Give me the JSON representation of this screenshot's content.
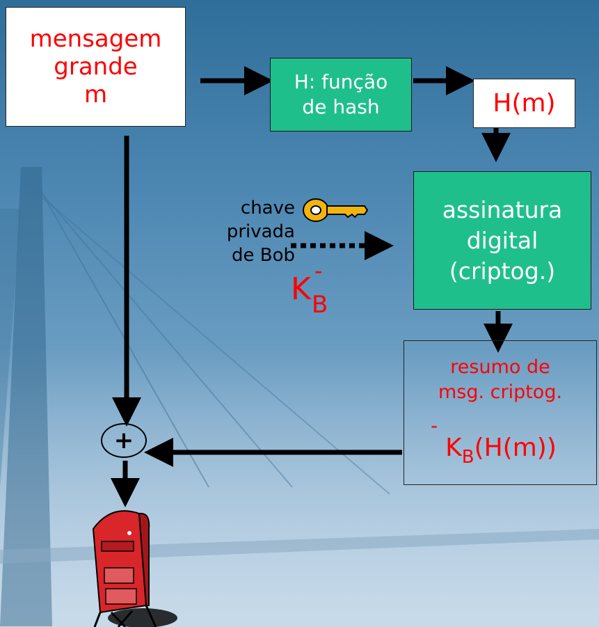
{
  "message_box": {
    "line1": "mensagem",
    "line2": "grande",
    "line3": "m"
  },
  "hash_box": {
    "line1": "H: função",
    "line2": "de hash"
  },
  "hm_box": {
    "text": "H(m)"
  },
  "signature_box": {
    "line1": "assinatura",
    "line2": "digital",
    "line3": "(criptog.)"
  },
  "key_label": {
    "line1": "chave",
    "line2": "privada",
    "line3": "de Bob"
  },
  "private_key": {
    "symbol": "K",
    "subscript": "B",
    "superscript": "-"
  },
  "digest_box": {
    "line1": "resumo de",
    "line2": "msg. criptog.",
    "formula_symbol": "K",
    "formula_sub": "B",
    "formula_sup": "-",
    "formula_rest": "(H(m))"
  },
  "combine_node": {
    "symbol": "+"
  },
  "colors": {
    "teal": "#1fbf8c",
    "red": "#ff0000",
    "arrow": "#000000"
  },
  "icons": {
    "key": "key-icon",
    "mailbox": "mailbox-icon"
  }
}
